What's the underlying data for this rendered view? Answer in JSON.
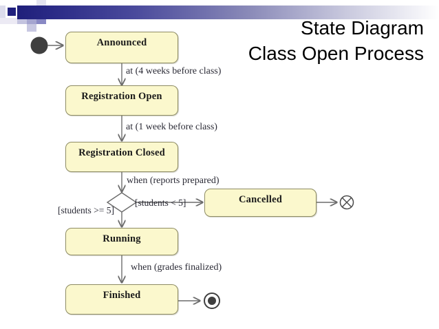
{
  "slide": {
    "title_line1": "State Diagram",
    "title_line2": "Class Open Process",
    "banner": {
      "gradient_from": "#1f1f7a",
      "gradient_to": "#ffffff",
      "accent_color": "#2a2a86"
    }
  },
  "diagram": {
    "type": "uml-state-diagram",
    "colors": {
      "state_fill": "#fbf8cd",
      "state_stroke": "#8d8b63",
      "connector": "#6b6b6b",
      "initial_node": "#3f3f3f",
      "text": "#1a1a1a"
    },
    "nodes": [
      {
        "id": "initial",
        "kind": "initial-state",
        "label": ""
      },
      {
        "id": "announced",
        "kind": "state",
        "label": "Announced"
      },
      {
        "id": "registration-open",
        "kind": "state",
        "label": "Registration Open"
      },
      {
        "id": "registration-closed",
        "kind": "state",
        "label": "Registration Closed"
      },
      {
        "id": "decision",
        "kind": "decision",
        "label": ""
      },
      {
        "id": "cancelled",
        "kind": "state",
        "label": "Cancelled"
      },
      {
        "id": "terminate",
        "kind": "terminate-node",
        "label": ""
      },
      {
        "id": "running",
        "kind": "state",
        "label": "Running"
      },
      {
        "id": "finished",
        "kind": "state",
        "label": "Finished"
      },
      {
        "id": "final",
        "kind": "final-state",
        "label": ""
      }
    ],
    "transitions": [
      {
        "from": "initial",
        "to": "announced",
        "label": ""
      },
      {
        "from": "announced",
        "to": "registration-open",
        "label": "at (4 weeks before class)"
      },
      {
        "from": "registration-open",
        "to": "registration-closed",
        "label": "at (1 week before class)"
      },
      {
        "from": "registration-closed",
        "to": "decision",
        "label": "when (reports prepared)"
      },
      {
        "from": "decision",
        "to": "running",
        "label": "[students >= 5]"
      },
      {
        "from": "decision",
        "to": "cancelled",
        "label": "[students < 5]"
      },
      {
        "from": "cancelled",
        "to": "terminate",
        "label": ""
      },
      {
        "from": "running",
        "to": "finished",
        "label": "when (grades finalized)"
      },
      {
        "from": "finished",
        "to": "final",
        "label": ""
      }
    ]
  }
}
